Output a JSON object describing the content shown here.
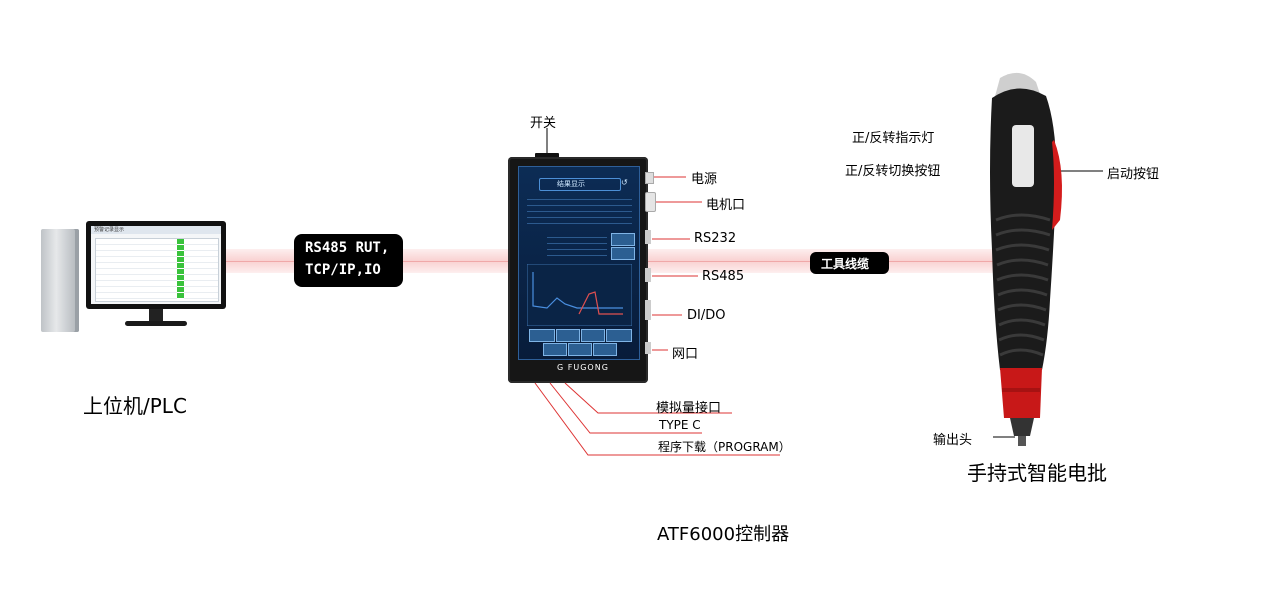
{
  "pc_label": "上位机/PLC",
  "pc_screen_title": "预警记录显示",
  "protocol_line1": "RS485 RUT,",
  "protocol_line2": "TCP/IP,IO",
  "cable_label": "工具线缆",
  "controller_name": "ATF6000控制器",
  "screen_title": "结果显示",
  "brand": "FUGONG",
  "port_labels": {
    "switch": "开关",
    "power": "电源",
    "motor": "电机口",
    "rs232": "RS232",
    "rs485": "RS485",
    "dido": "DI/DO",
    "network": "网口",
    "analog": "模拟量接口",
    "typec": "TYPE C",
    "program": "程序下载（PROGRAM）"
  },
  "tool_labels": {
    "direction_light": "正/反转指示灯",
    "direction_switch": "正/反转切换按钮",
    "start_button": "启动按钮",
    "output_head": "输出头",
    "tool_name": "手持式智能电批"
  }
}
